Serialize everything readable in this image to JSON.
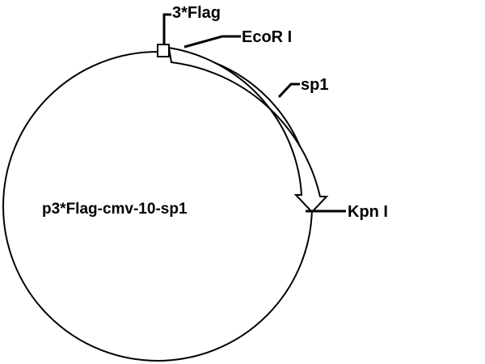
{
  "plasmid": {
    "name": "p3*Flag-cmv-10-sp1"
  },
  "features": {
    "flag": "3*Flag",
    "ecori": "EcoR I",
    "sp1": "sp1",
    "kpni": "Kpn I"
  },
  "colors": {
    "line": "#000000",
    "background": "#ffffff"
  }
}
